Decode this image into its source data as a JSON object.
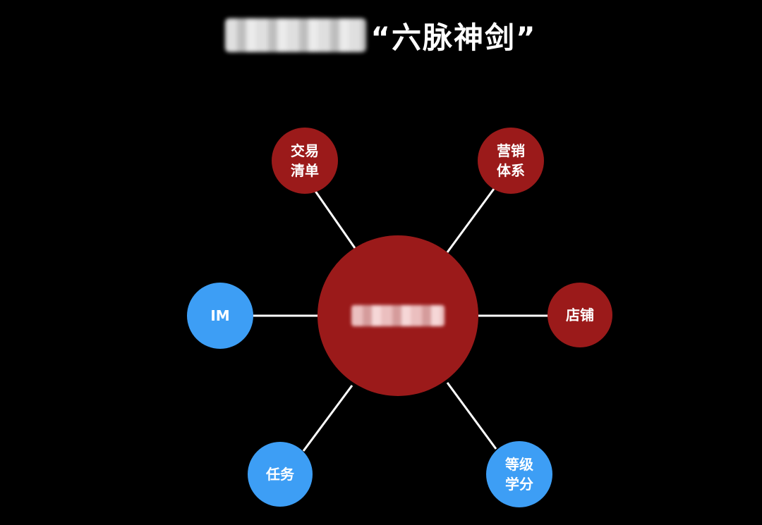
{
  "title": {
    "text": "“六脉神剑”"
  },
  "colors": {
    "background": "#000000",
    "red_node": "#9b1a1a",
    "blue_node": "#3d9ef5",
    "connector": "#ffffff"
  },
  "nodes": {
    "trade": {
      "label": "交易\n清单",
      "color": "red"
    },
    "marketing": {
      "label": "营销\n体系",
      "color": "red"
    },
    "im": {
      "label": "IM",
      "color": "blue"
    },
    "store": {
      "label": "店铺",
      "color": "red"
    },
    "task": {
      "label": "任务",
      "color": "blue"
    },
    "level": {
      "label": "等级\n学分",
      "color": "blue"
    }
  }
}
